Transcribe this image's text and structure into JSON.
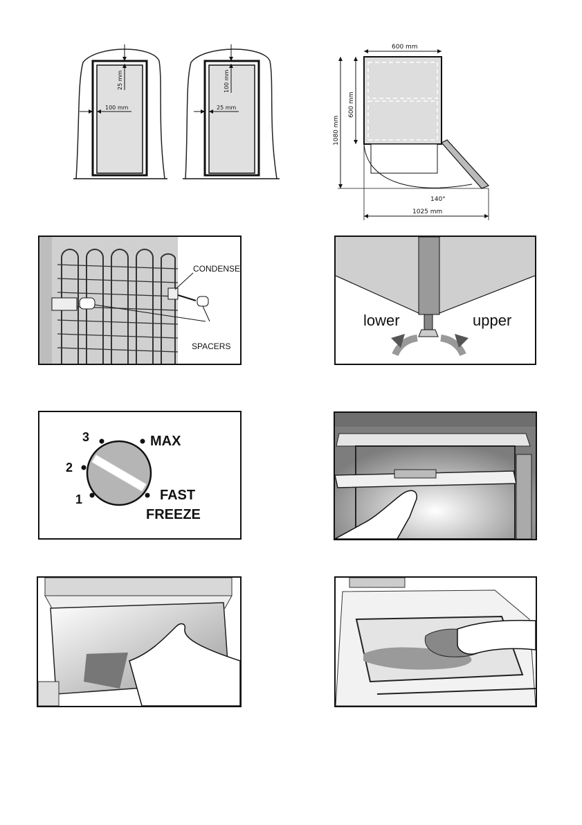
{
  "fig1": {
    "left": {
      "top_gap": "25 mm",
      "side_gap": "100 mm"
    },
    "right": {
      "top_gap": "100 mm",
      "side_gap": "25 mm"
    }
  },
  "fig2": {
    "width": "600 mm",
    "height_cabinet": "600 mm",
    "height_total": "1080 mm",
    "door_angle": "140°",
    "depth_open": "1025 mm"
  },
  "fig3": {
    "condenser": "CONDENSER",
    "spacers": "SPACERS"
  },
  "fig4": {
    "lower": "lower",
    "upper": "upper"
  },
  "fig5": {
    "positions": [
      "1",
      "2",
      "3"
    ],
    "max": "MAX",
    "fast_freeze_1": "FAST",
    "fast_freeze_2": "FREEZE"
  }
}
